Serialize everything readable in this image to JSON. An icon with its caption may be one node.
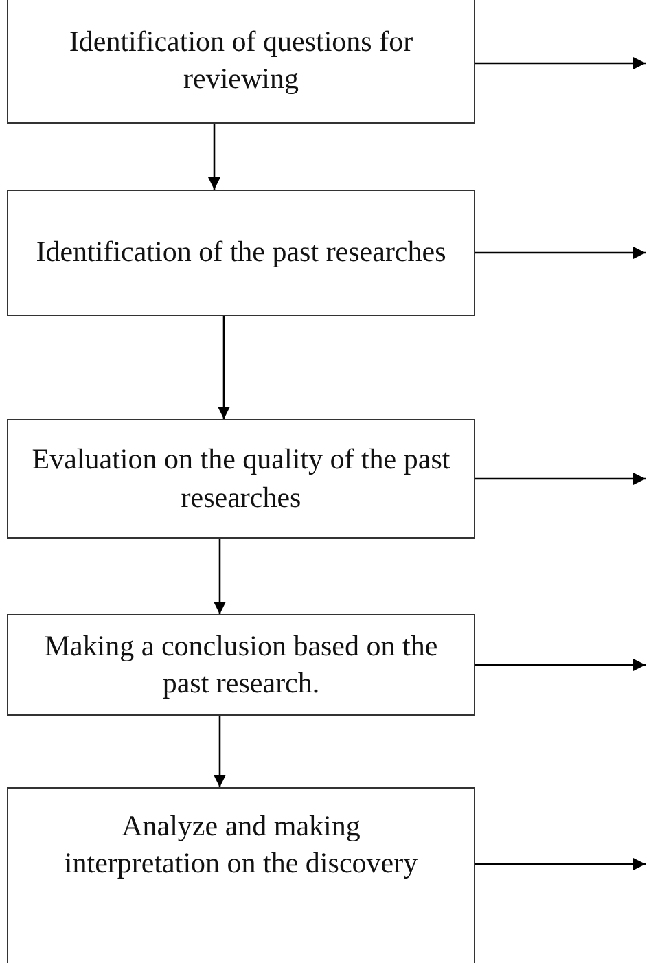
{
  "diagram": {
    "nodes": [
      {
        "text": [
          "Identification of questions for reviewing"
        ]
      },
      {
        "text": [
          "Identification of the past researches"
        ]
      },
      {
        "text": [
          "Evaluation on the quality of the past researches"
        ]
      },
      {
        "text": [
          "Making a conclusion based on the past research."
        ]
      },
      {
        "text": [
          "Analyze and making interpretation on the discovery"
        ]
      }
    ],
    "edges": [
      {
        "from": 0,
        "to": 1,
        "arrow": "to"
      },
      {
        "from": 1,
        "to": 2,
        "arrow": "to"
      },
      {
        "from": 2,
        "to": 3,
        "arrow": "to"
      },
      {
        "from": 3,
        "to": 4,
        "arrow": "to"
      },
      {
        "from": 0,
        "to": null,
        "arrow": "to"
      },
      {
        "from": 1,
        "to": null,
        "arrow": "to"
      },
      {
        "from": 2,
        "to": null,
        "arrow": "to"
      },
      {
        "from": 3,
        "to": null,
        "arrow": "to"
      },
      {
        "from": 4,
        "to": null,
        "arrow": "to"
      }
    ]
  }
}
